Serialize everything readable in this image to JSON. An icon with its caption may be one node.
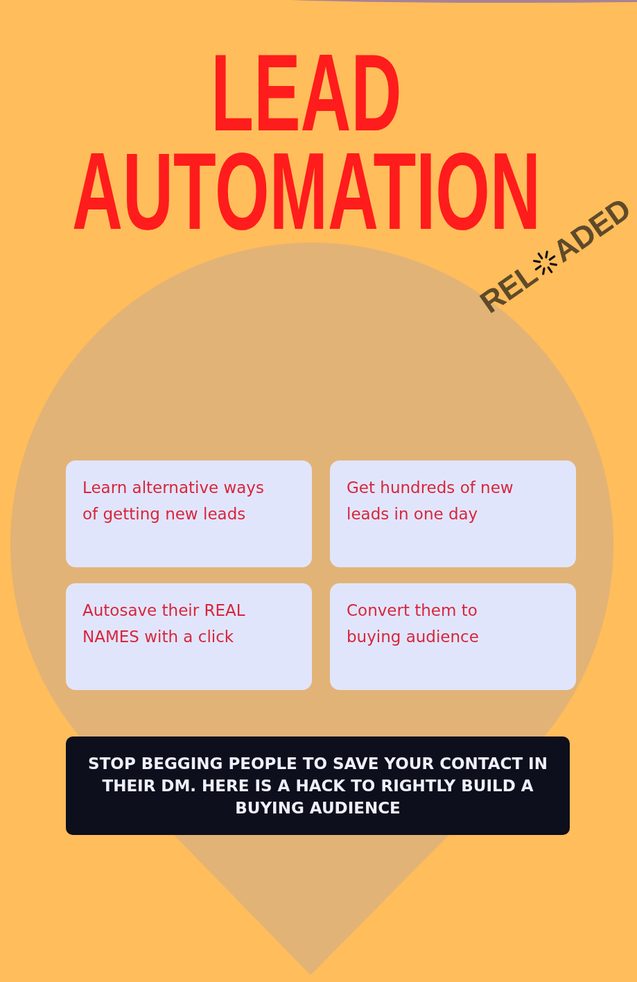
{
  "diagram": {
    "title": "LEAD AUTOMATION",
    "nodes": [
      {
        "text": [
          "Learn alternative ways of getting new leads"
        ]
      },
      {
        "text": [
          "Get hundreds of new leads in one day"
        ]
      },
      {
        "text": [
          "Autosave their REAL NAMES with a click"
        ]
      },
      {
        "text": [
          "Convert them to buying audience"
        ]
      },
      {
        "text": [
          "STOP BEGGING PEOPLE TO SAVE YOUR CONTACT IN THEIR DM. HERE IS A HACK TO RIGHTLY BUILD A BUYING AUDIENCE"
        ]
      }
    ],
    "labels": [
      "REL",
      "ADED"
    ]
  }
}
